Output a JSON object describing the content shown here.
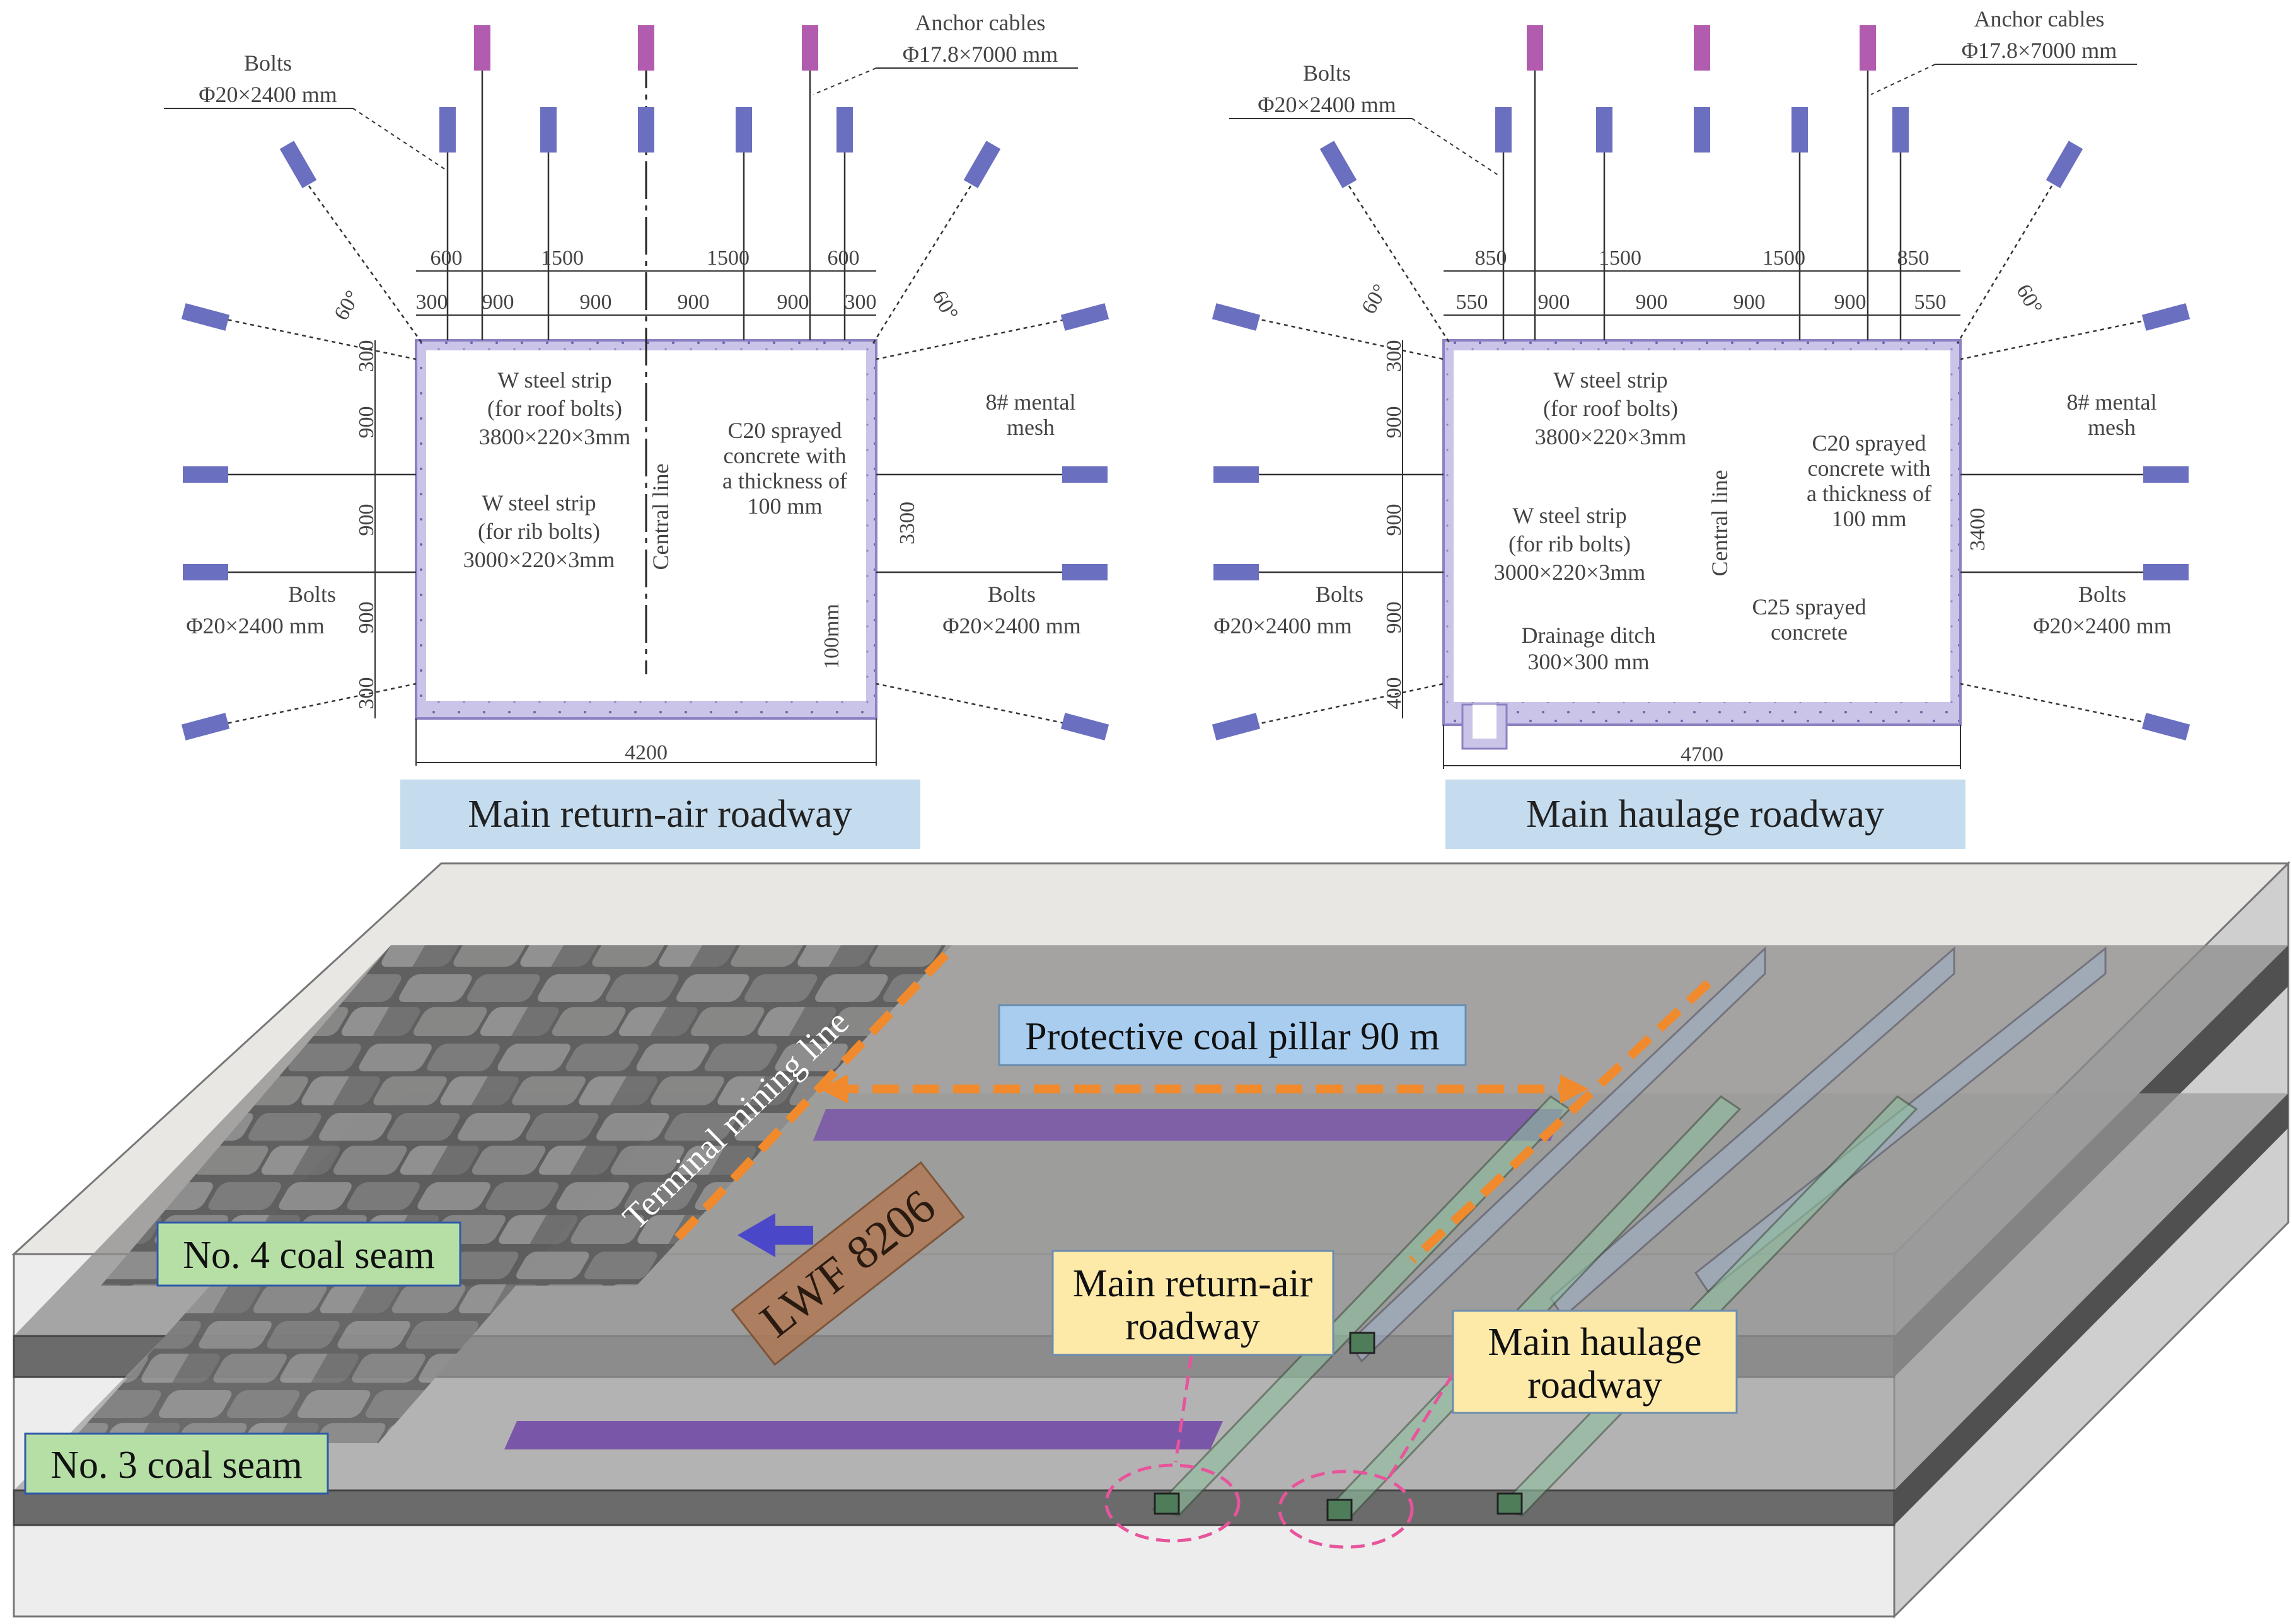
{
  "figure": {
    "return_air": {
      "title": "Main return-air roadway",
      "anchor_cables": "Anchor cables",
      "anchor_cables_spec": "Φ17.8×7000 mm",
      "bolts_top": "Bolts",
      "bolts_top_spec": "Φ20×2400 mm",
      "bolts_left": "Bolts",
      "bolts_left_spec": "Φ20×2400 mm",
      "bolts_right": "Bolts",
      "bolts_right_spec": "Φ20×2400 mm",
      "dims_top": [
        "600",
        "1500",
        "1500",
        "600"
      ],
      "dims_second": [
        "300",
        "900",
        "900",
        "900",
        "900",
        "300"
      ],
      "dims_left": [
        "300",
        "900",
        "900",
        "900",
        "300"
      ],
      "angle_left": "60°",
      "angle_right": "60°",
      "roof_strip": [
        "W steel strip",
        "(for roof bolts)",
        "3800×220×3mm"
      ],
      "rib_strip": [
        "W steel strip",
        "(for rib bolts)",
        "3000×220×3mm"
      ],
      "sprayed": [
        "C20 sprayed",
        "concrete with",
        "a thickness of",
        "100 mm"
      ],
      "mesh": [
        "8# mental",
        "mesh"
      ],
      "central_line": "Central line",
      "height": "3300",
      "floor_thickness": "100mm",
      "width": "4200"
    },
    "haulage": {
      "title": "Main haulage roadway",
      "anchor_cables": "Anchor cables",
      "anchor_cables_spec": "Φ17.8×7000 mm",
      "bolts_top": "Bolts",
      "bolts_top_spec": "Φ20×2400 mm",
      "bolts_left": "Bolts",
      "bolts_left_spec": "Φ20×2400 mm",
      "bolts_right": "Bolts",
      "bolts_right_spec": "Φ20×2400 mm",
      "dims_top": [
        "850",
        "1500",
        "1500",
        "850"
      ],
      "dims_second": [
        "550",
        "900",
        "900",
        "900",
        "900",
        "550"
      ],
      "dims_left": [
        "300",
        "900",
        "900",
        "900",
        "400"
      ],
      "angle_left": "60°",
      "angle_right": "60°",
      "roof_strip": [
        "W steel strip",
        "(for roof bolts)",
        "3800×220×3mm"
      ],
      "rib_strip": [
        "W steel strip",
        "(for rib bolts)",
        "3000×220×3mm"
      ],
      "sprayed": [
        "C20 sprayed",
        "concrete with",
        "a thickness of",
        "100 mm"
      ],
      "mesh": [
        "8# mental",
        "mesh"
      ],
      "central_line": "Central line",
      "height": "3400",
      "floor_concrete": [
        "C25 sprayed",
        "concrete"
      ],
      "ditch": [
        "Drainage ditch",
        "300×300 mm"
      ],
      "width": "4700"
    },
    "block": {
      "terminal_line": "Terminal mining line",
      "pillar": "Protective coal pillar 90 m",
      "face": "LWF 8206",
      "seam4": "No. 4 coal seam",
      "seam3": "No. 3 coal seam",
      "return_air": [
        "Main return-air",
        "roadway"
      ],
      "haulage": [
        "Main haulage",
        "roadway"
      ]
    },
    "colors": {
      "bolt": "#6a6fc0",
      "cable": "#b25cb0",
      "lining": "#c9c4e8",
      "title_box": "#c5dcef",
      "seam_label": "#b6dfa5",
      "roadway_label": "#fde9a8",
      "face_label": "#b07a56",
      "pillar_label": "#a9cdef",
      "dash_orange": "#f08a2c",
      "dash_pink": "#e8549c",
      "purple_face": "#7a56a8"
    }
  }
}
